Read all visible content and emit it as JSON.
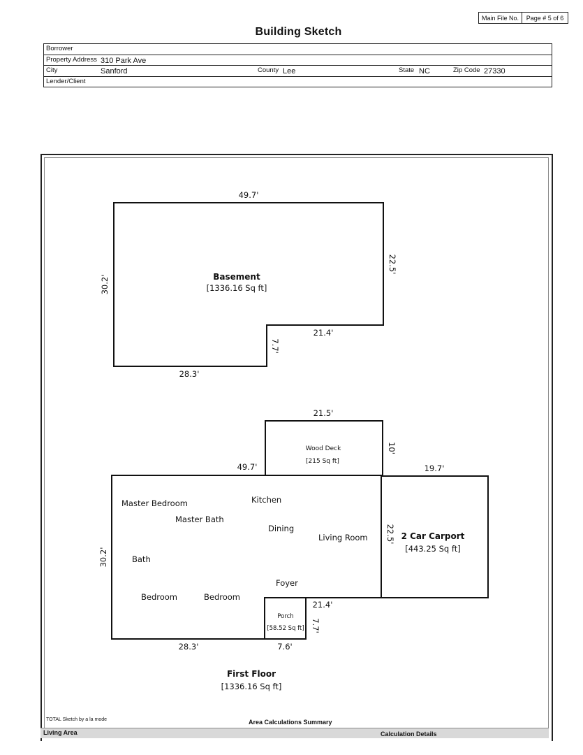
{
  "header": {
    "main_file_label": "Main File No.",
    "page_label": "Page # 5 of 6",
    "title": "Building Sketch"
  },
  "info": {
    "borrower_label": "Borrower",
    "property_address_label": "Property Address",
    "property_address": "310 Park Ave",
    "city_label": "City",
    "city": "Sanford",
    "county_label": "County",
    "county": "Lee",
    "state_label": "State",
    "state": "NC",
    "zip_label": "Zip Code",
    "zip": "27330",
    "lender_label": "Lender/Client"
  },
  "basement": {
    "name": "Basement",
    "area": "[1336.16 Sq ft]",
    "dims": {
      "top": "49.7'",
      "right": "22.5'",
      "left": "30.2'",
      "step_horizontal": "21.4'",
      "step_vertical": "7.7'",
      "bottom": "28.3'"
    }
  },
  "first_floor": {
    "name": "First Floor",
    "area": "[1336.16 Sq ft]",
    "dims": {
      "top": "49.7'",
      "left": "30.2'",
      "right": "22.5'",
      "step_horizontal": "21.4'",
      "porch_vertical": "7.7'",
      "bottom": "28.3'",
      "porch_width": "7.6'"
    },
    "rooms": [
      "Master Bedroom",
      "Kitchen",
      "Master Bath",
      "Dining",
      "Living Room",
      "Bath",
      "Foyer",
      "Bedroom",
      "Bedroom"
    ]
  },
  "wood_deck": {
    "name": "Wood Deck",
    "area": "[215 Sq ft]",
    "dims": {
      "top": "21.5'",
      "right": "10'"
    }
  },
  "carport": {
    "name": "2 Car Carport",
    "area": "[443.25 Sq ft]",
    "dims": {
      "top": "19.7'"
    }
  },
  "porch": {
    "name": "Porch",
    "area": "[58.52 Sq ft]"
  },
  "footer": {
    "software": "TOTAL Sketch by a la mode",
    "summary": "Area Calculations Summary",
    "living_area": "Living Area",
    "calc_details": "Calculation Details"
  }
}
